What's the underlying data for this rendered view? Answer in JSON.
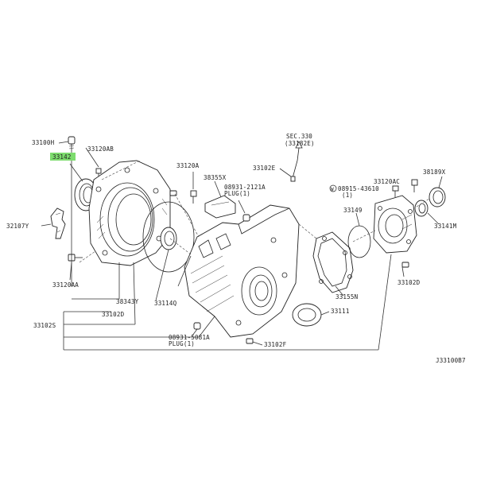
{
  "labels": {
    "33100H": "33100H",
    "33142": "33142",
    "33120AB": "33120AB",
    "32107Y": "32107Y",
    "33120AA": "33120AA",
    "33102S": "33102S",
    "33120A": "33120A",
    "38355X": "38355X",
    "08931_2121A": "08931-2121A",
    "plug1_top": "PLUG(1)",
    "sec330": "SEC.330",
    "33182E": "(33182E)",
    "33102E": "33102E",
    "33120AC": "33120AC",
    "38189X": "38189X",
    "w08915": "08915-43610",
    "w08915_qty": "(1)",
    "w_symbol": "W",
    "33149": "33149",
    "33141M": "33141M",
    "33114Q": "33114Q",
    "38343Y": "38343Y",
    "33102D_left": "33102D",
    "08931_5081A": "08931-5081A",
    "plug1_bottom": "PLUG(1)",
    "33102F": "33102F",
    "33155N": "33155N",
    "33111": "33111",
    "33102D_right": "33102D",
    "diagram_code": "J33100B7"
  },
  "highlight_color": "#7ddc6e"
}
